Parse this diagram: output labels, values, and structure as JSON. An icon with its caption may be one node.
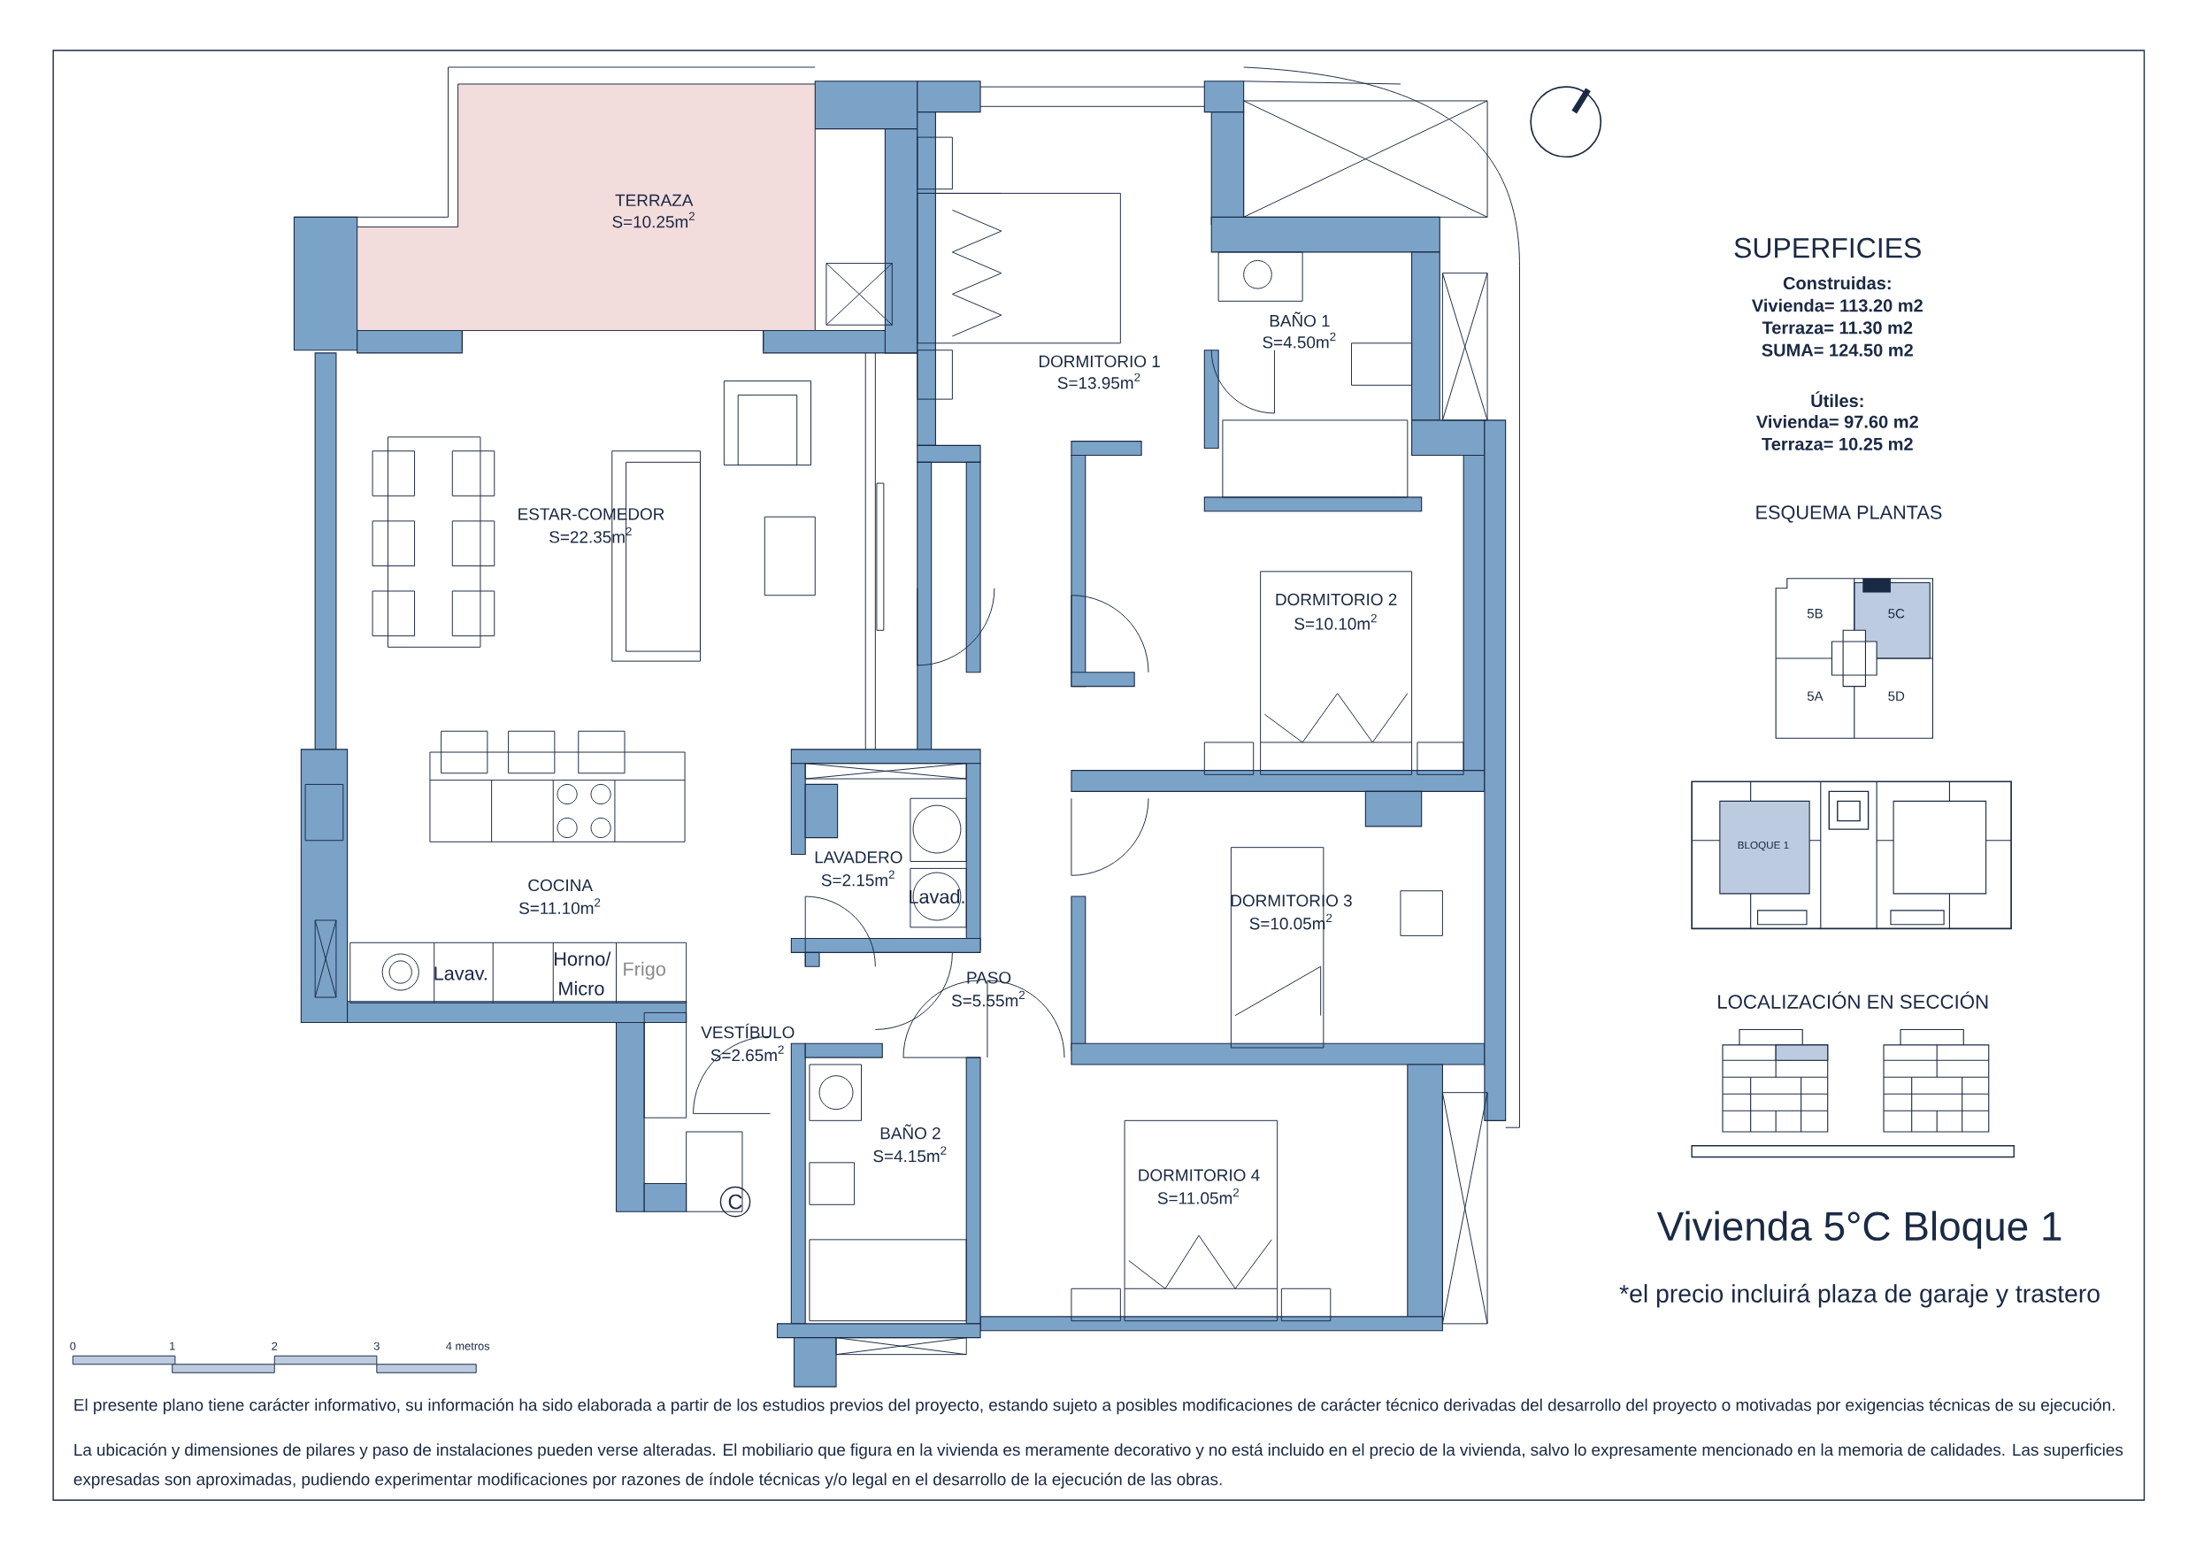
{
  "diagram": {
    "title": "Vivienda 5°C  Bloque 1",
    "labels": [
      "TERRAZA",
      "S=10.25m$^{2}$",
      "DORMITORIO 1",
      "S=13.95m$^{2}$",
      "BAÑO 1",
      "S=4.50m$^{2}$",
      "ESTAR-COMEDOR",
      "S=22.35m$^{2}$",
      "DORMITORIO 2",
      "S=10.10m$^{2}$",
      "Lavav.",
      "Horno/ Micro",
      "Frigo",
      "LAVADERO",
      "S=2.15m$^{2}$",
      "Lavad.",
      "COCINA",
      "S=11.10m$^{2}$",
      "DORMITORIO 3",
      "S=10.05m$^{2}$",
      "PASO",
      "S=5.55m$^{2}$",
      "VESTÍBULO",
      "S=2.65m$^{2}$",
      "BAÑO 2",
      "S=4.15m$^{2}$",
      "C",
      "DORMITORIO 4",
      "S=11.05m$^{2}$",
      "0",
      "1",
      "2",
      "3",
      "4 metros",
      "SUPERFICIES",
      "Construidas:",
      "Vivienda= 113.20 m2",
      "Terraza= 11.30 m2",
      "SUMA= 124.50 m2",
      "Útiles:",
      "Vivienda= 97.60 m2",
      "Terraza= 10.25 m2",
      "ESQUEMA PLANTAS",
      "5B",
      "5C",
      "5A",
      "5D",
      "BLOQUE 1",
      "LOCALIZACIÓN EN SECCIÓN",
      "*el precio incluirá plaza de garaje y trastero",
      "El presente plano tiene carácter informativo, su información ha sido elaborada a partir de los estudios previos del proyecto, estando sujeto a posibles modificaciones de carácter técnico derivadas del desarrollo del proyecto o motivadas por exigencias técnicas de su ejecución.",
      "La ubicación y dimensiones de pilares y paso de instalaciones pueden verse alteradas. El mobiliario que figura en la vivienda es meramente decorativo y no está incluido en el precio de la vivienda, salvo lo expresamente mencionado en la memoria de calidades. Las superficies expresadas son aproximadas, pudiendo experimentar modificaciones por razones de índole técnicas y/o legal en el desarrollo de la ejecución de las obras."
    ]
  }
}
